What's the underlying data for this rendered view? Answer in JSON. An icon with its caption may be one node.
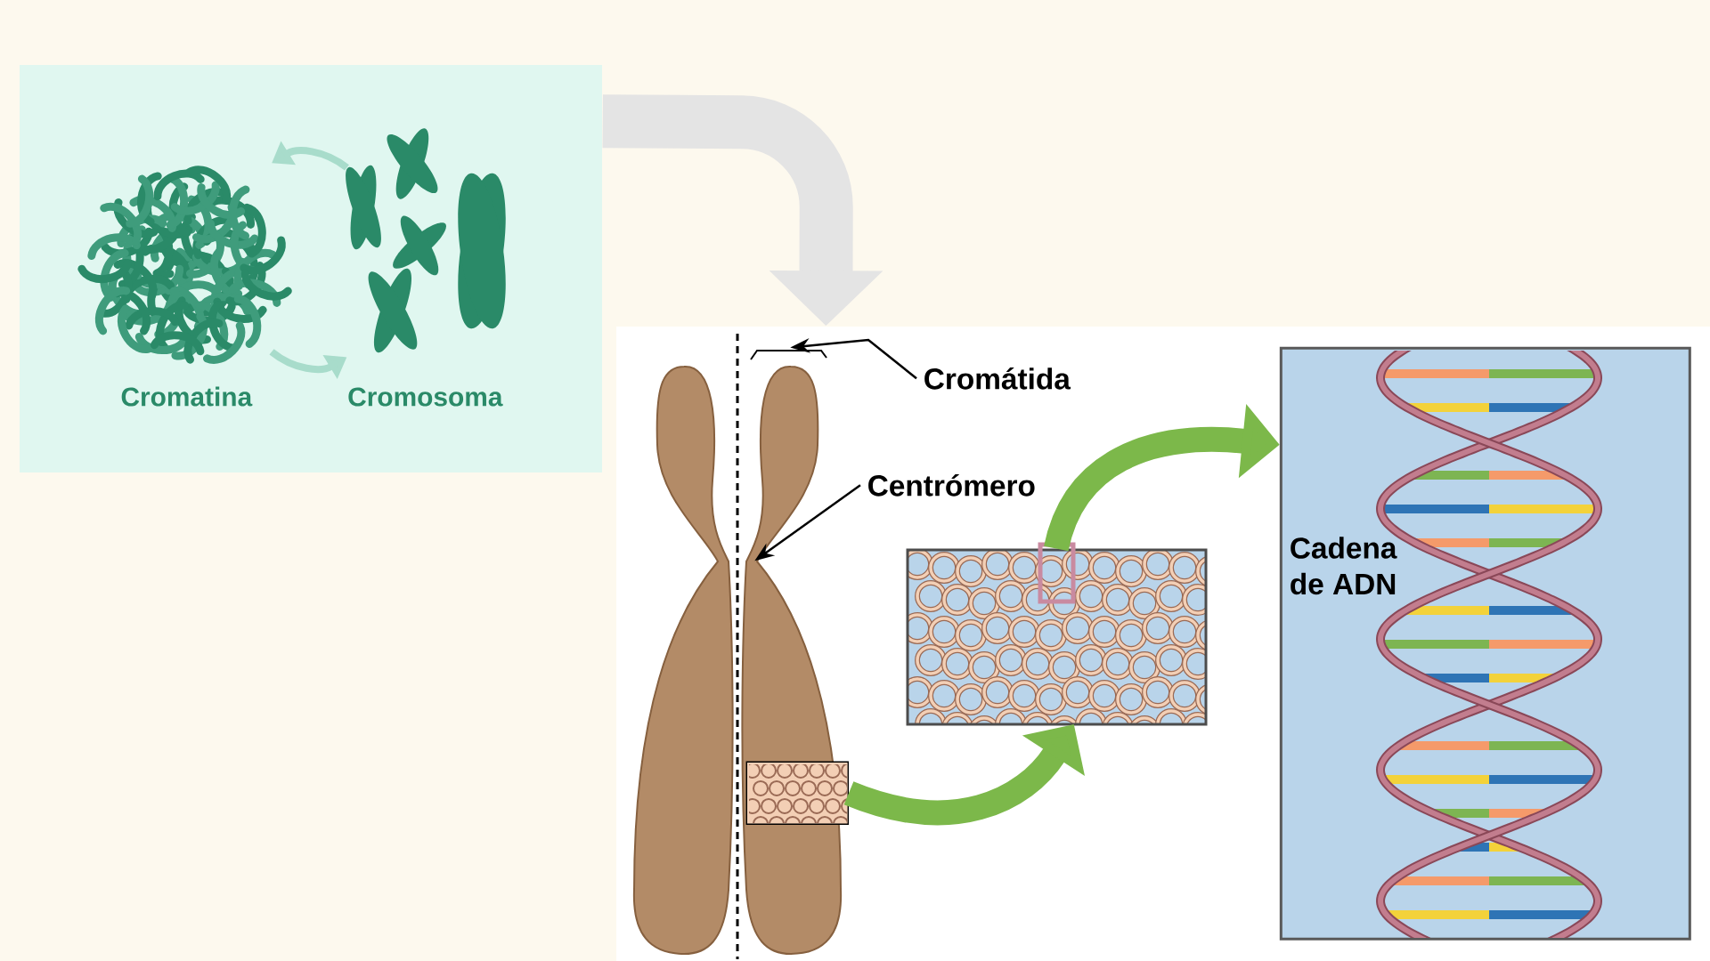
{
  "diagram": {
    "nodes": [
      {
        "text": [],
        "shape": "box"
      },
      {
        "text": [
          "Cromatina"
        ],
        "in": 0
      },
      {
        "text": [
          "Cromosoma"
        ],
        "in": 0
      },
      {
        "text": [],
        "shape": "box"
      },
      {
        "text": [],
        "shape": "picture",
        "in": 3
      },
      {
        "text": [
          "Cromátida"
        ],
        "in": 3
      },
      {
        "text": [
          "Centrómero"
        ],
        "in": 3
      },
      {
        "text": [],
        "shape": "box",
        "in": 3
      },
      {
        "text": [],
        "shape": "picture",
        "in": 3
      },
      {
        "text": [
          "Cadena de ADN"
        ],
        "in": 3
      }
    ],
    "edges": [
      {
        "from": 2,
        "to": 1,
        "arrow": "to",
        "color": "#a8dccb"
      },
      {
        "from": 1,
        "to": 2,
        "arrow": "to",
        "color": "#a8dccb"
      },
      {
        "from": 0,
        "to": 3,
        "arrow": "to",
        "style": "thick",
        "color": "#e4e4e4"
      },
      {
        "from": 5,
        "to": 4,
        "arrow": "to",
        "color": "#000000"
      },
      {
        "from": 6,
        "to": 4,
        "arrow": "to",
        "color": "#000000"
      },
      {
        "from": 7,
        "to": 8,
        "arrow": "to",
        "style": "thick",
        "color": "#7cb84a"
      },
      {
        "from": 8,
        "to": 9,
        "arrow": "to",
        "style": "thick",
        "color": "#7cb84a"
      }
    ]
  }
}
